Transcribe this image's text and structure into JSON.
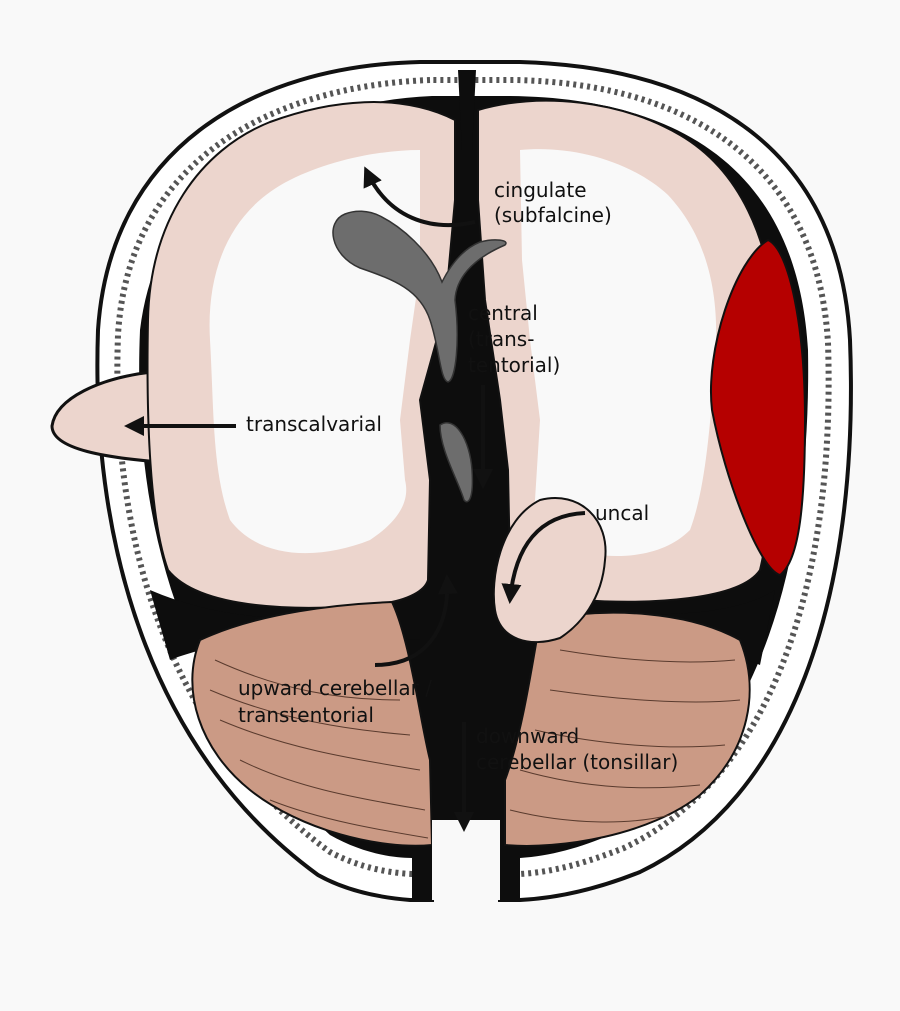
{
  "labels": {
    "cingulate": [
      "cingulate",
      "(subfalcine)"
    ],
    "central": [
      "central",
      "(trans-",
      "tentorial)"
    ],
    "transcalvarial": "transcalvarial",
    "uncal": "uncal",
    "upward": [
      "upward cerebellar /",
      "transtentorial"
    ],
    "downward": [
      "downward",
      "cerebellar (tonsillar)"
    ]
  },
  "colors": {
    "background": "#f9f9f9",
    "skull": "#ffffff",
    "dura_csf": "#0d0d0d",
    "cortex": "#ecd5cd",
    "white_matter": "#f9f9f9",
    "ventricle": "#6d6d6d",
    "hematoma": "#b50000",
    "cerebellum": "#cb9a85",
    "arrow": "#111111"
  },
  "icons": [
    "arrow-icon"
  ]
}
